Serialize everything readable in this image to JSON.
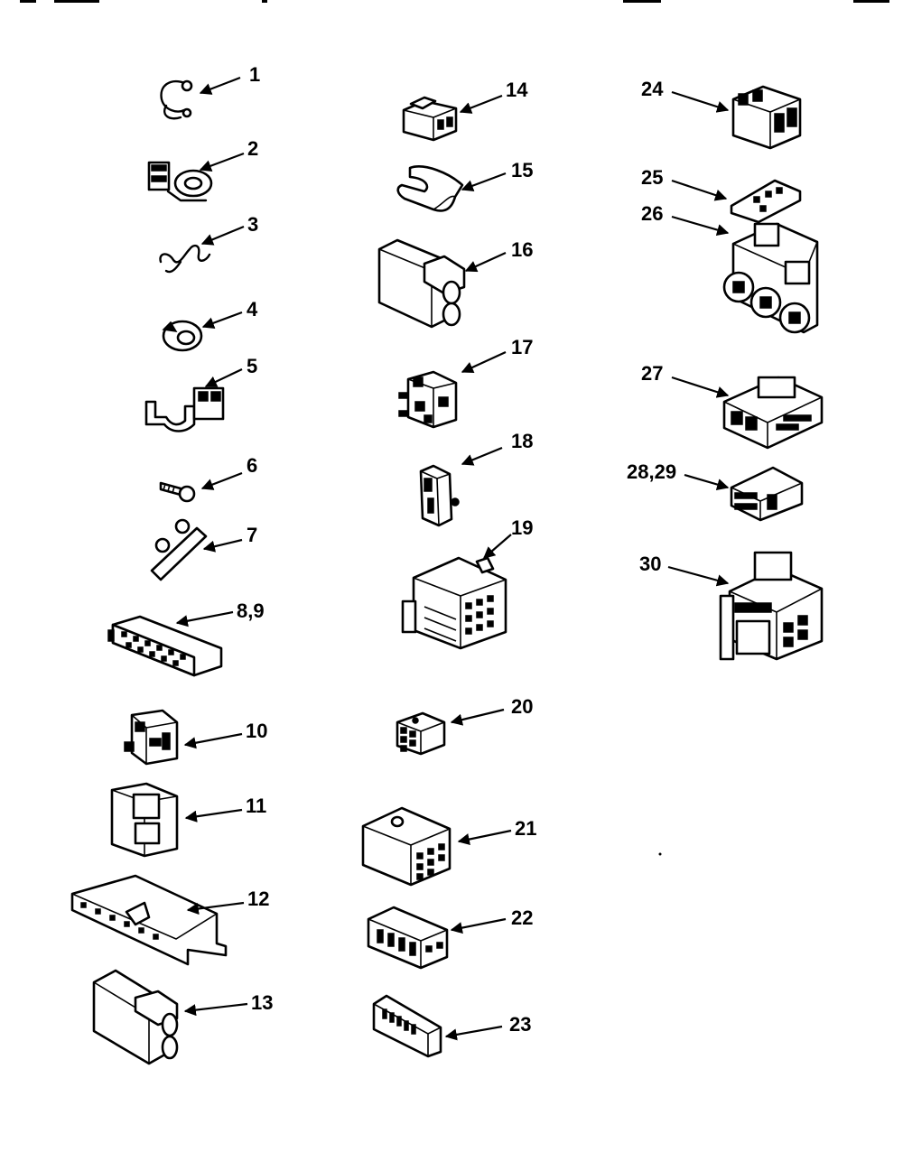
{
  "callouts": {
    "c1": "1",
    "c2": "2",
    "c3": "3",
    "c4": "4",
    "c5": "5",
    "c6": "6",
    "c7": "7",
    "c8_9": "8,9",
    "c10": "10",
    "c11": "11",
    "c12": "12",
    "c13": "13",
    "c14": "14",
    "c15": "15",
    "c16": "16",
    "c17": "17",
    "c18": "18",
    "c19": "19",
    "c20": "20",
    "c21": "21",
    "c22": "22",
    "c23": "23",
    "c24": "24",
    "c25": "25",
    "c26": "26",
    "c27": "27",
    "c28_29": "28,29",
    "c30": "30"
  }
}
